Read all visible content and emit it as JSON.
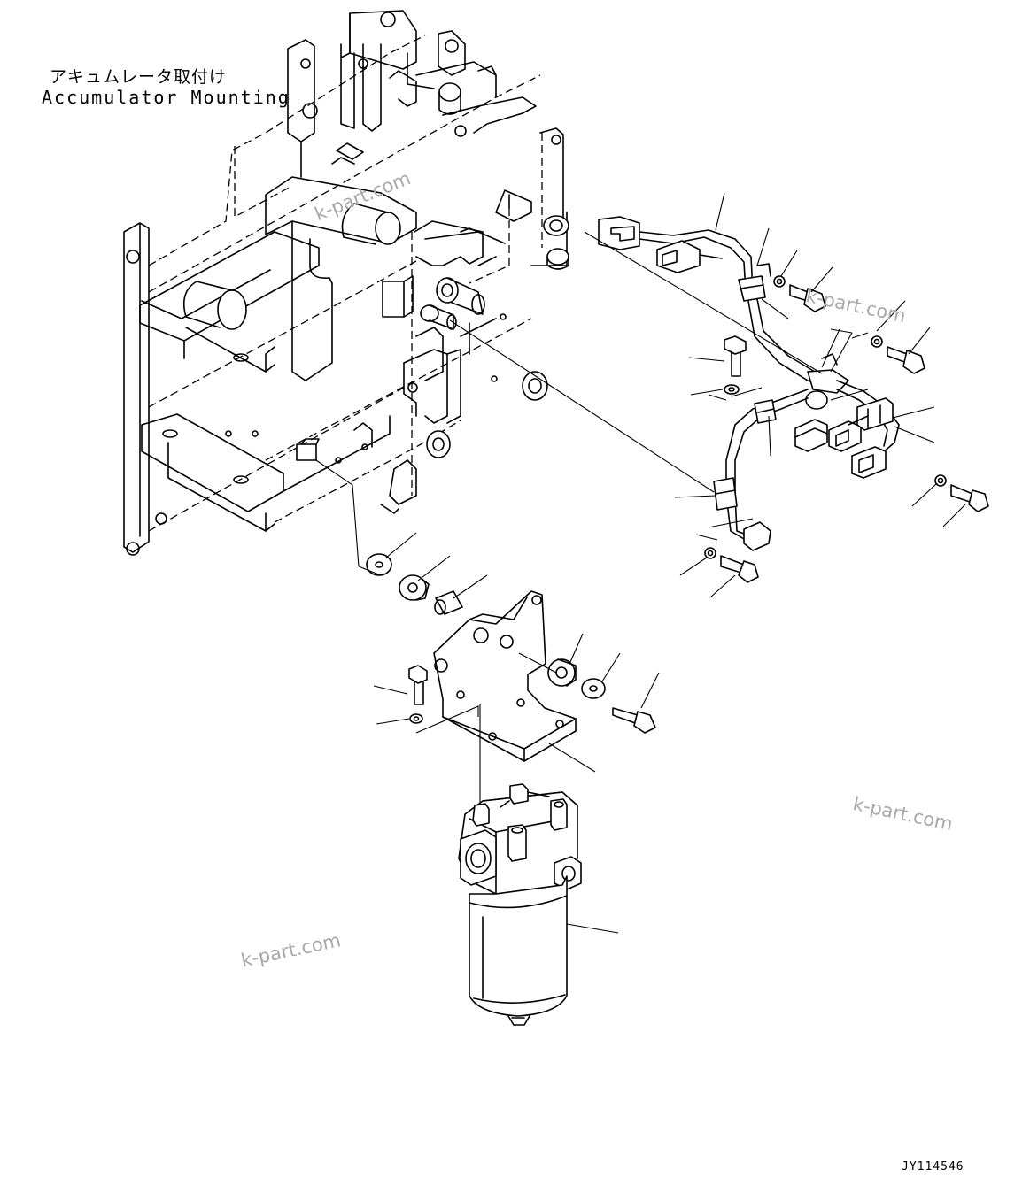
{
  "diagram": {
    "title_japanese": "アキュムレータ取付け",
    "title_english": "Accumulator Mounting",
    "drawing_code": "JY114546",
    "watermark_text": "k-part.com",
    "line_color": "#000000",
    "watermark_color": "#a8a8a8"
  }
}
